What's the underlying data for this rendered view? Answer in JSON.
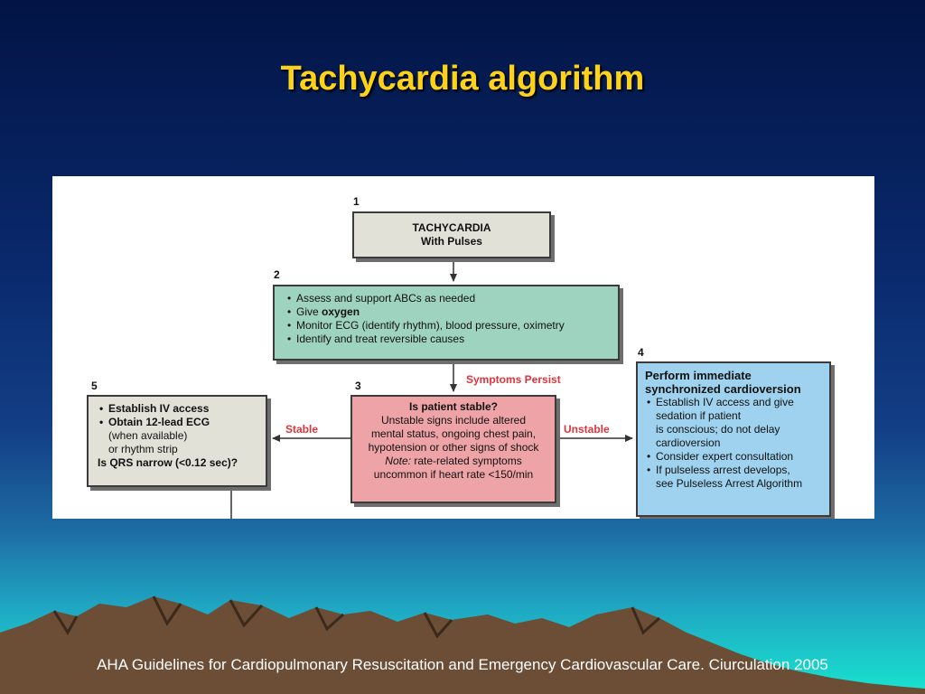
{
  "slide": {
    "title": "Tachycardia algorithm",
    "citation": "AHA Guidelines for Cardiopulmonary Resuscitation and Emergency Cardiovascular Care. Ciurculation 2005"
  },
  "flowchart": {
    "box1": {
      "number": "1",
      "line1": "TACHYCARDIA",
      "line2": "With Pulses",
      "color": "#e2e1d7"
    },
    "box2": {
      "number": "2",
      "item1": "Assess and support ABCs as needed",
      "item2_prefix": "Give ",
      "item2_bold": "oxygen",
      "item3": "Monitor ECG (identify rhythm), blood pressure, oximetry",
      "item4": "Identify and treat reversible causes",
      "color": "#9ed3bf"
    },
    "box3": {
      "number": "3",
      "heading": "Is patient stable?",
      "line1": "Unstable signs include altered",
      "line2": "mental status, ongoing chest pain,",
      "line3": "hypotension or other signs of shock",
      "note_label": "Note:",
      "note_text": " rate-related symptoms",
      "line5": "uncommon if heart rate <150/min",
      "color": "#eea3a6"
    },
    "box4": {
      "number": "4",
      "heading1": "Perform immediate",
      "heading2": "synchronized cardioversion",
      "item1a": "Establish IV access and give",
      "item1b": "sedation if patient",
      "item1c": "is conscious; do not delay",
      "item1d": "cardioversion",
      "item2": "Consider expert consultation",
      "item3a": "If pulseless arrest develops,",
      "item3b": "see Pulseless Arrest Algorithm",
      "color": "#9ed2ee"
    },
    "box5": {
      "number": "5",
      "item1": "Establish IV access",
      "item2": "Obtain 12-lead ECG",
      "item2b": "(when available)",
      "item2c": "or rhythm strip",
      "footer": "Is QRS narrow (<0.12 sec)?",
      "color": "#e2e1d7"
    },
    "edges": {
      "symptoms_persist": "Symptoms Persist",
      "stable": "Stable",
      "unstable": "Unstable"
    }
  }
}
